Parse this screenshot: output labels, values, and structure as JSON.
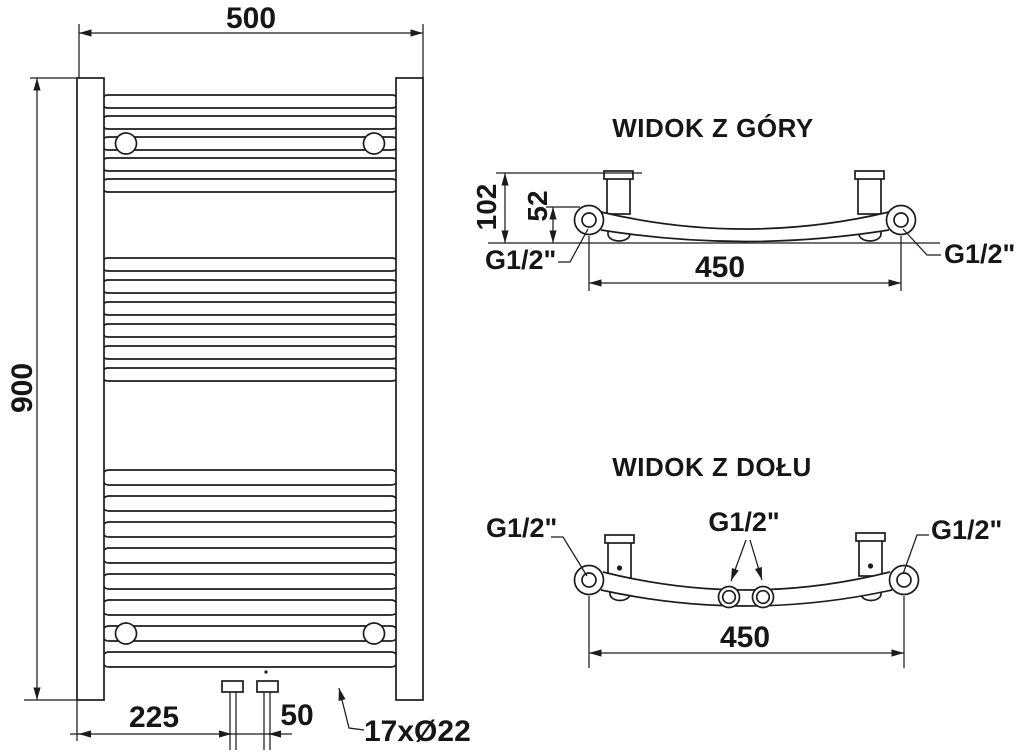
{
  "front_view": {
    "dim_width": "500",
    "dim_height": "900",
    "dim_connection_left": "225",
    "dim_connection_spacing": "50",
    "tube_annotation": "17xØ22",
    "rung_groups": [
      5,
      6,
      8
    ]
  },
  "top_view": {
    "title": "WIDOK Z GÓRY",
    "dim_depth_total": "102",
    "dim_depth_axis": "52",
    "dim_connection_spacing": "450",
    "thread_label_left": "G1/2\"",
    "thread_label_right": "G1/2\""
  },
  "bottom_view": {
    "title": "WIDOK Z DOŁU",
    "dim_connection_spacing": "450",
    "thread_label_left": "G1/2\"",
    "thread_label_center": "G1/2\"",
    "thread_label_right": "G1/2\""
  }
}
